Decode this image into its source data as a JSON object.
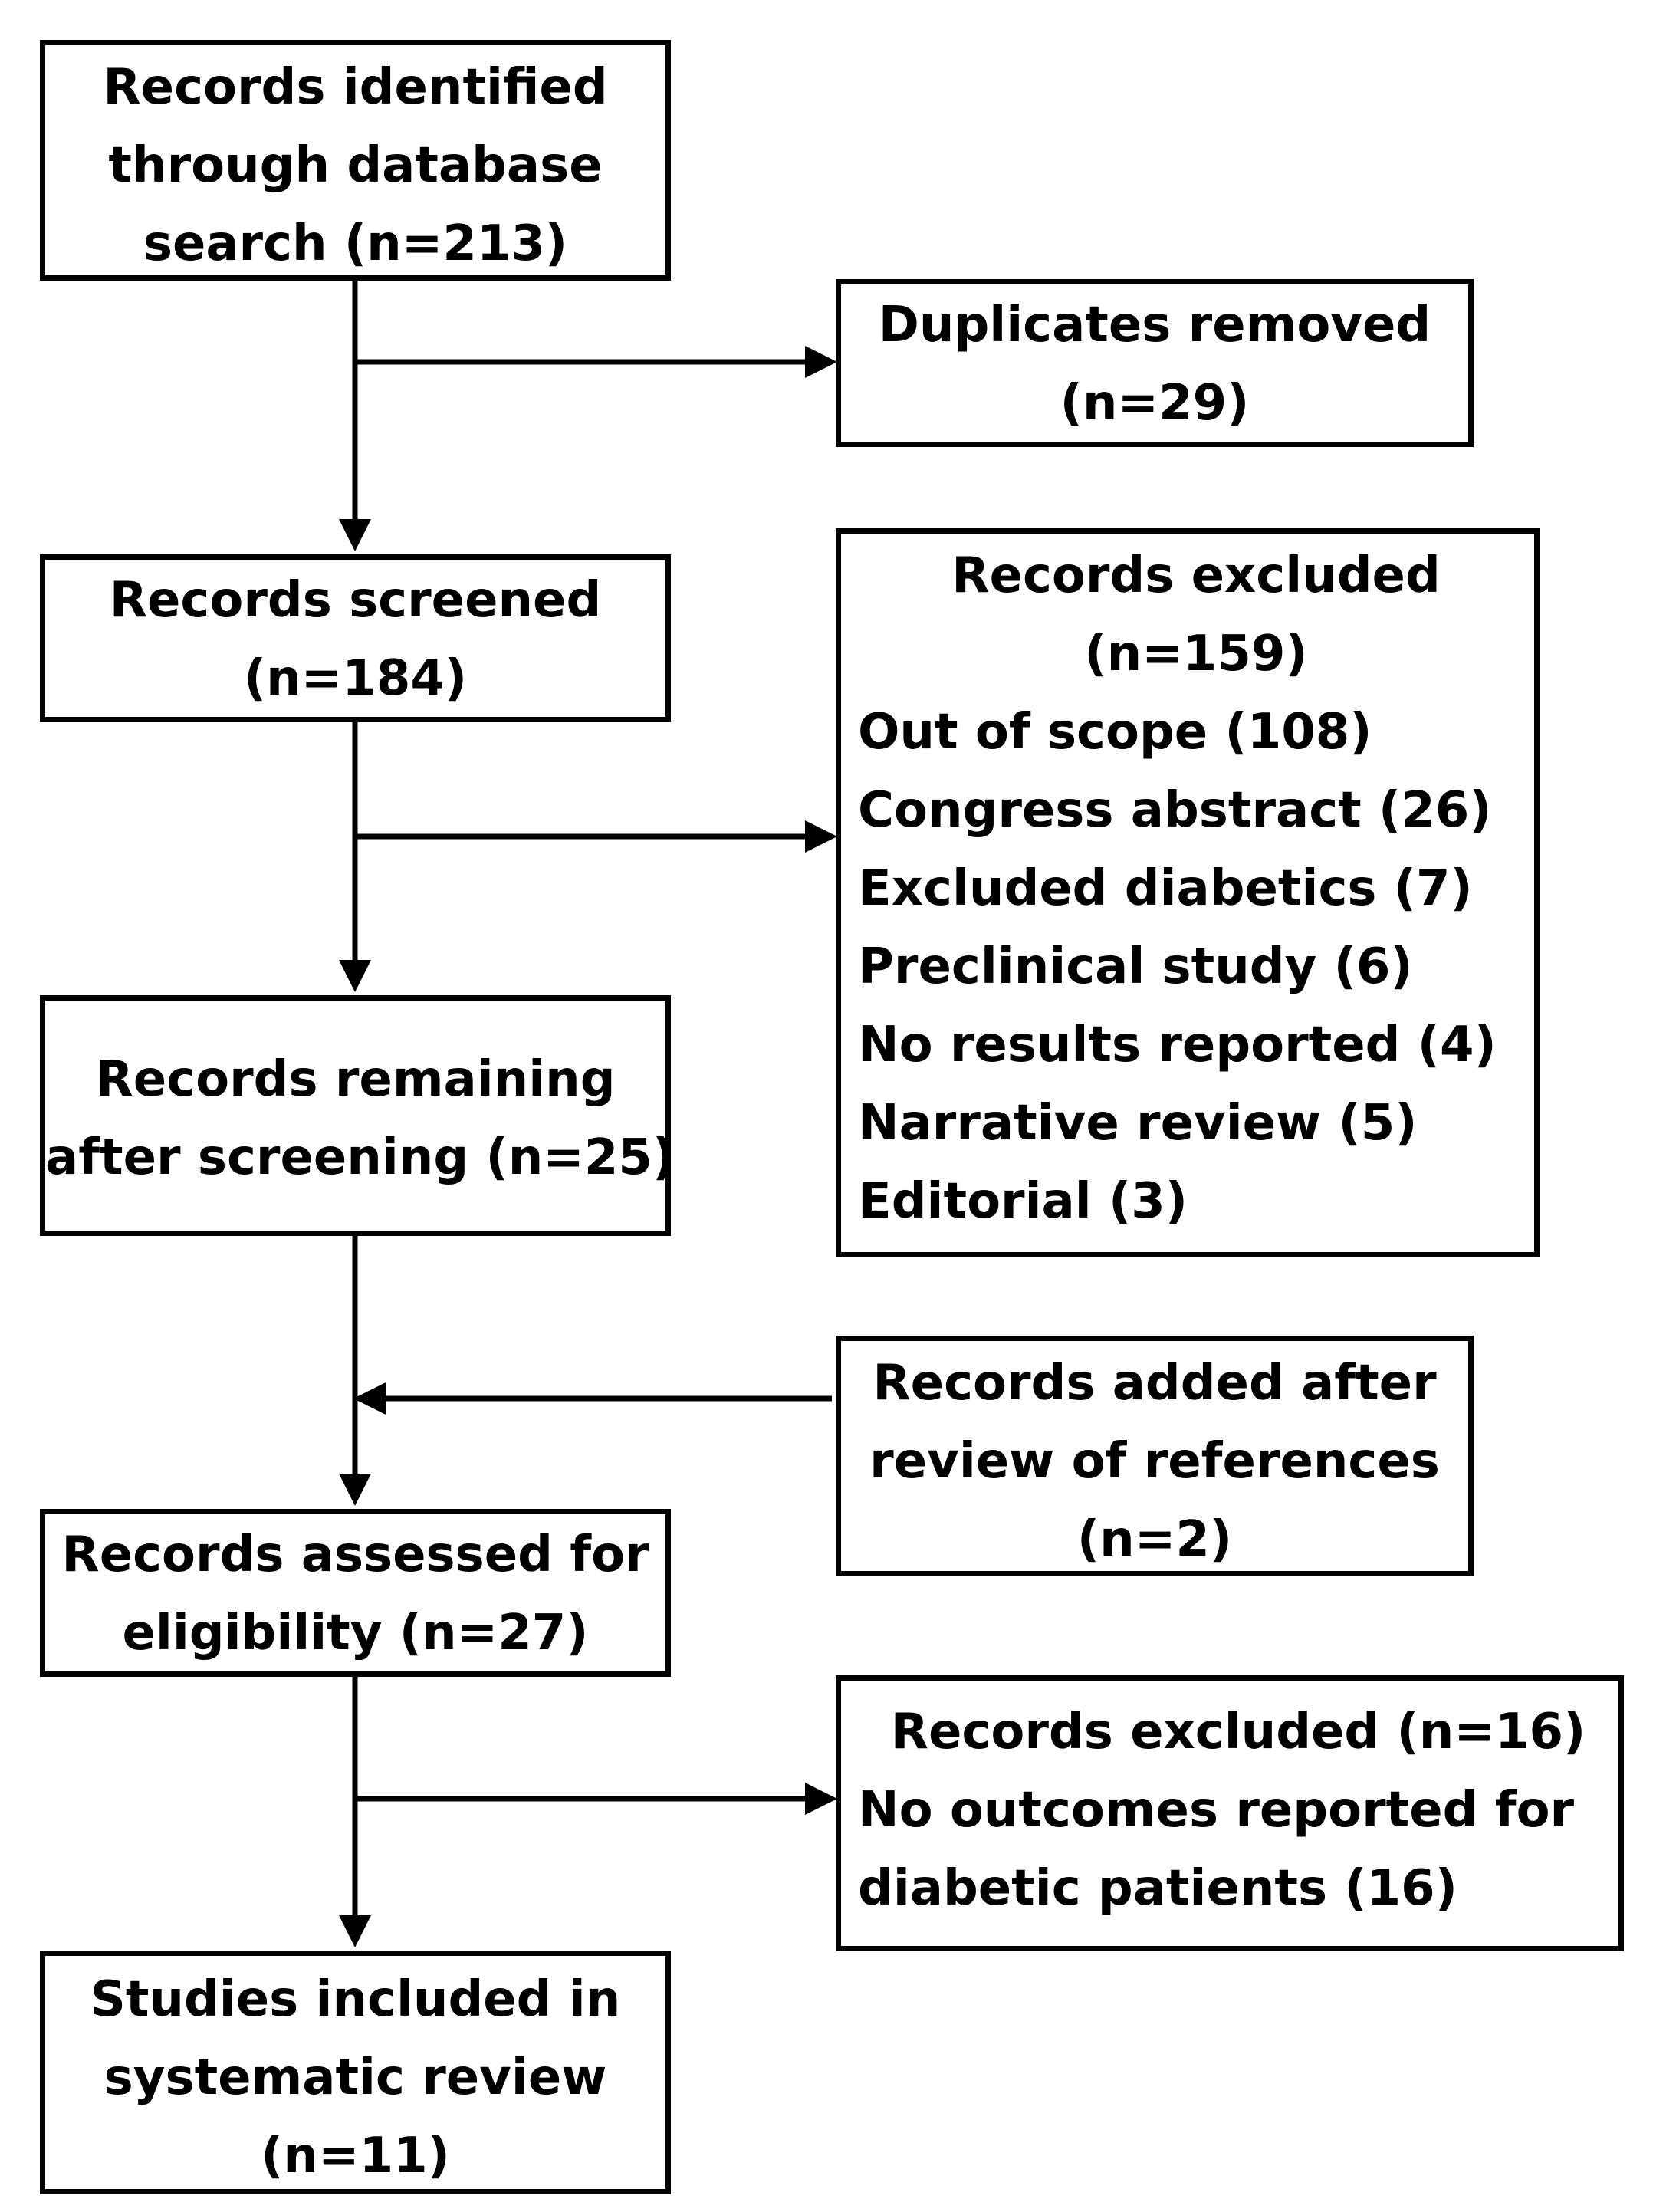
{
  "boxes": {
    "identified": {
      "lines": [
        "Records identified",
        "through database",
        "search (n=213)"
      ]
    },
    "duplicates": {
      "lines": [
        "Duplicates removed",
        "(n=29)"
      ]
    },
    "screened": {
      "lines": [
        "Records screened",
        "(n=184)"
      ]
    },
    "excluded_screening": {
      "header": [
        "Records excluded",
        "(n=159)"
      ],
      "reasons": [
        "Out of scope (108)",
        "Congress abstract (26)",
        "Excluded diabetics (7)",
        "Preclinical study (6)",
        "No results reported (4)",
        "Narrative review (5)",
        "Editorial (3)"
      ]
    },
    "remaining": {
      "lines": [
        "Records remaining",
        "after screening (n=25)"
      ]
    },
    "added": {
      "lines": [
        "Records added after",
        "review of references",
        "(n=2)"
      ]
    },
    "assessed": {
      "lines": [
        "Records assessed for",
        "eligibility (n=27)"
      ]
    },
    "excluded_eligibility": {
      "header": [
        "Records excluded (n=16)"
      ],
      "reasons": [
        "No outcomes reported for",
        "diabetic patients (16)"
      ]
    },
    "included": {
      "lines": [
        "Studies included in",
        "systematic review",
        "(n=11)"
      ]
    }
  }
}
